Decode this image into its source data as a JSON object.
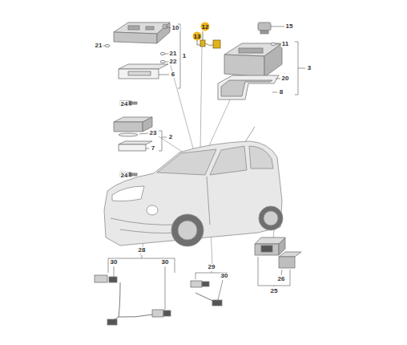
{
  "diagram": {
    "labels": [
      "10",
      "21",
      "21",
      "22",
      "1",
      "6",
      "24",
      "12",
      "13",
      "15",
      "11",
      "3",
      "20",
      "8",
      "23",
      "2",
      "7",
      "24",
      "28",
      "30",
      "30",
      "29",
      "30",
      "26",
      "25"
    ]
  }
}
